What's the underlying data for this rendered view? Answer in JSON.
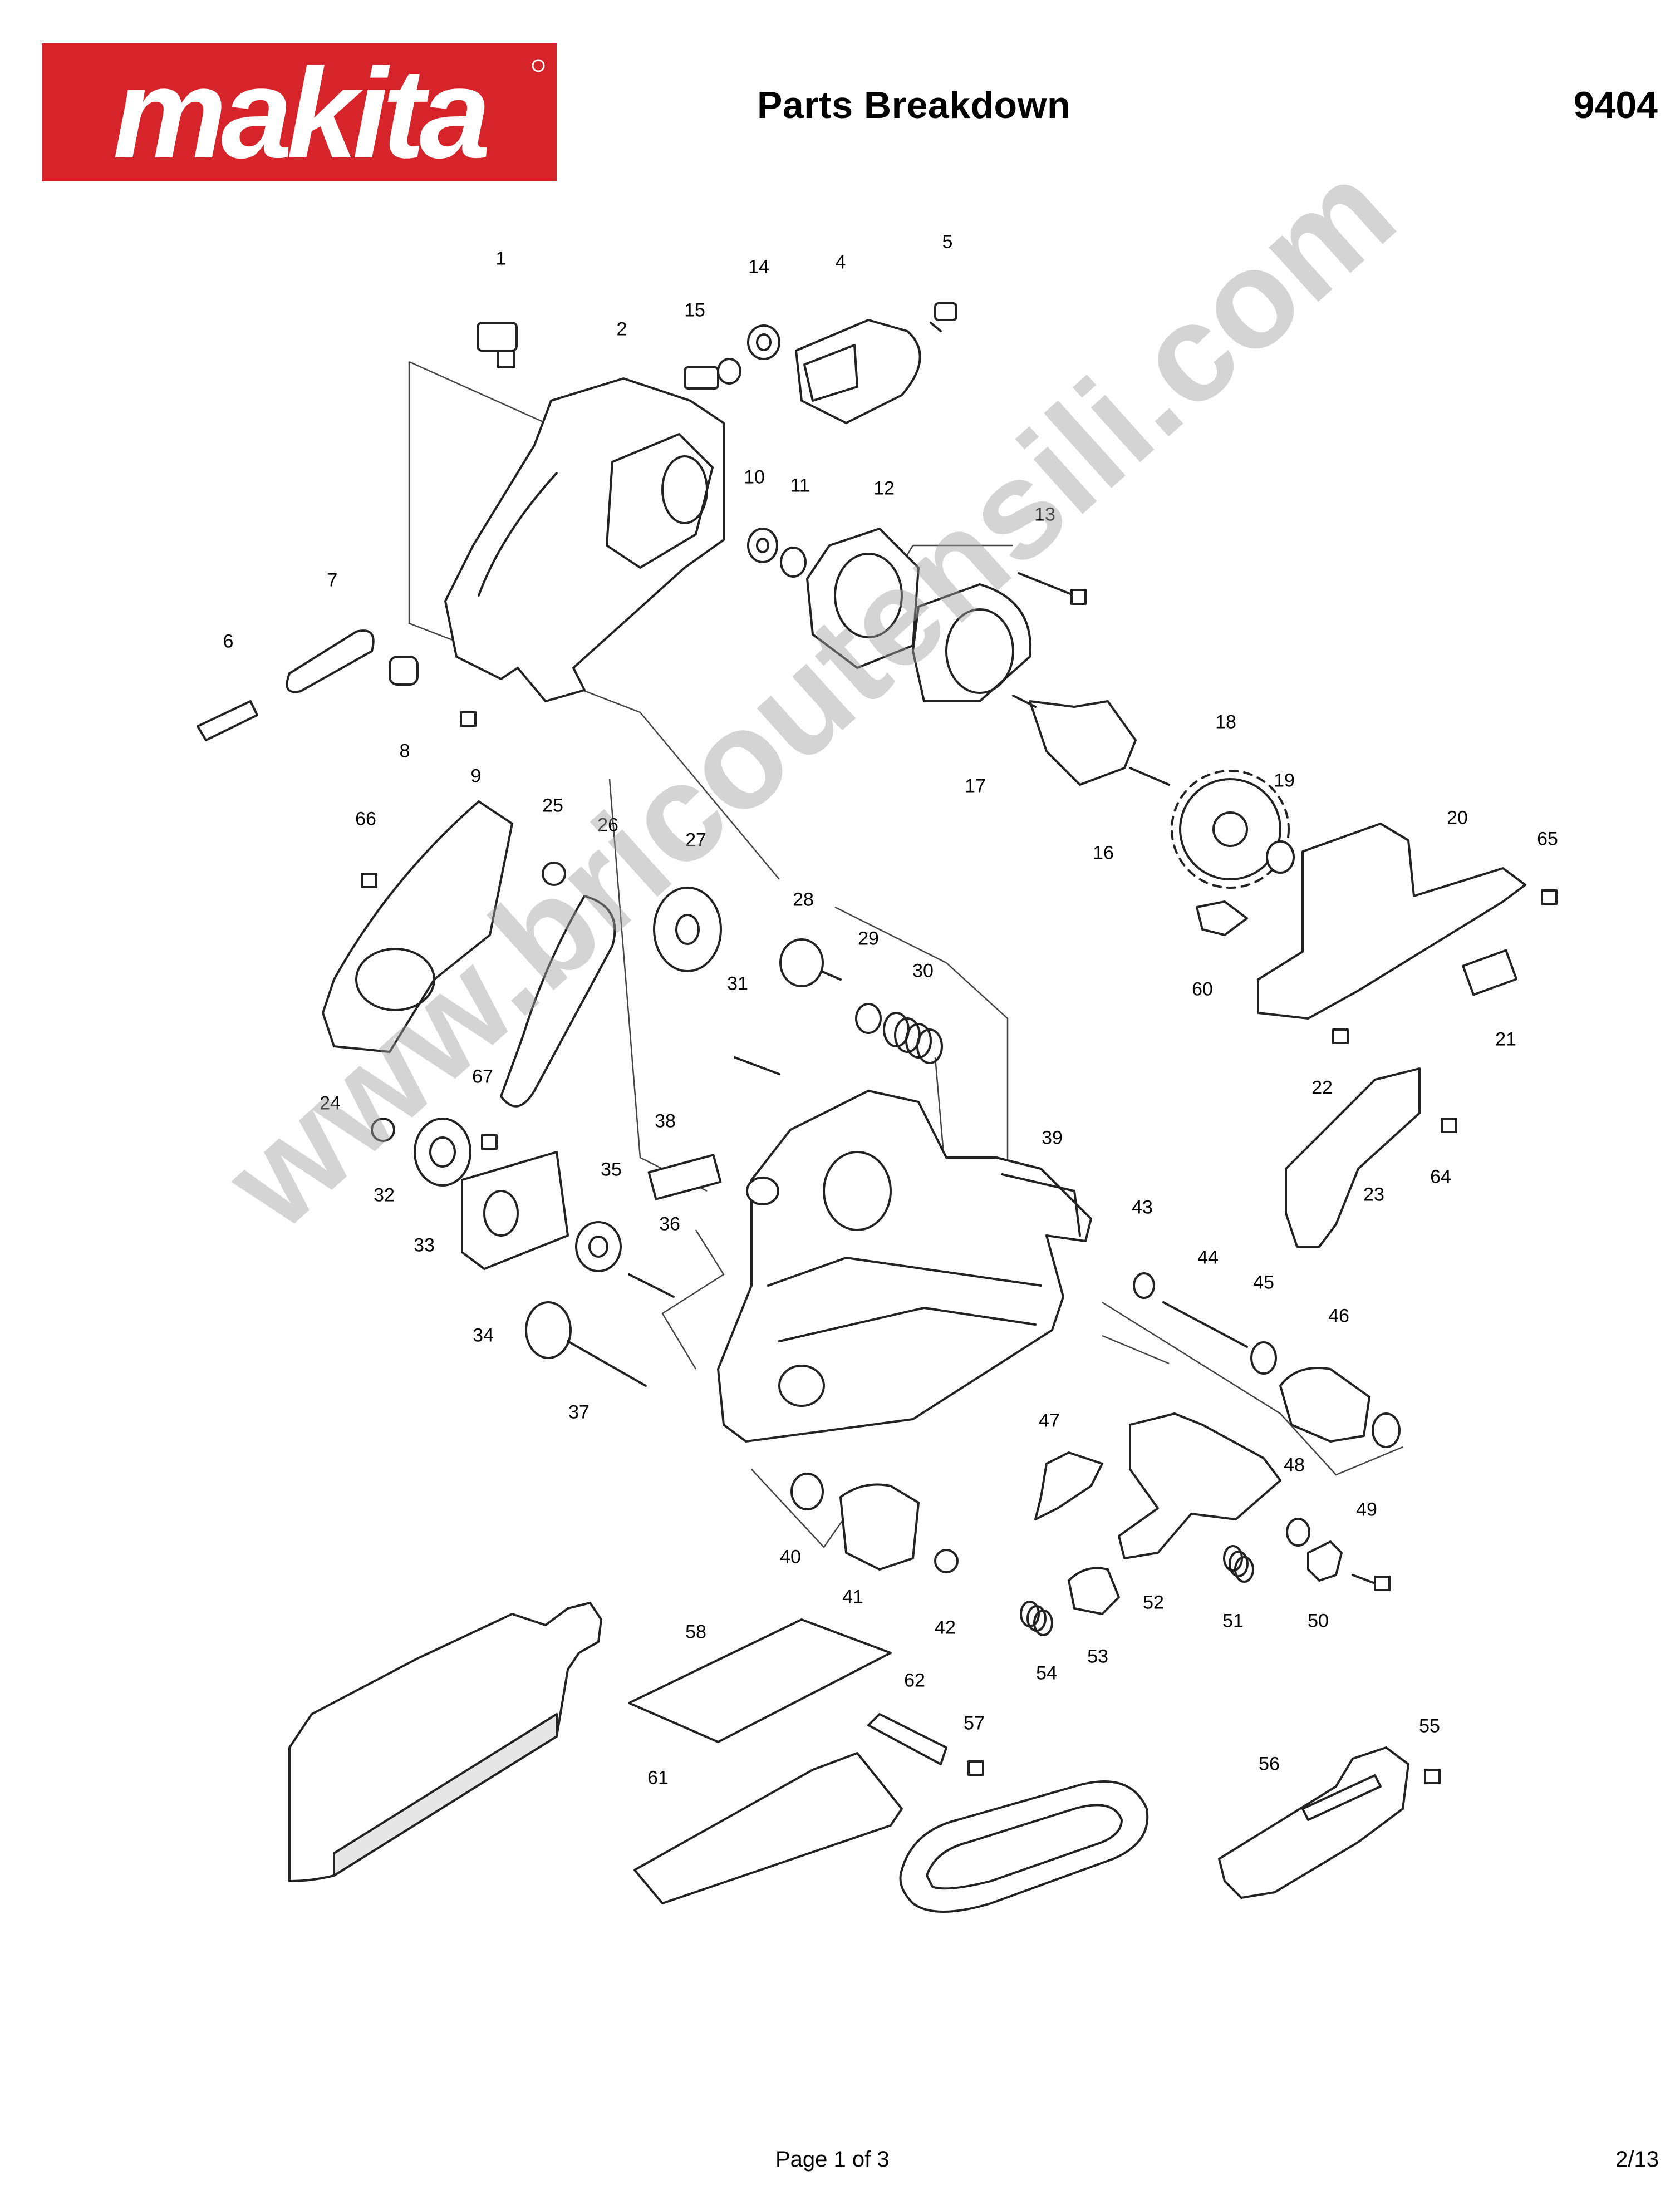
{
  "brand": {
    "logo_text": "makita",
    "color": "#d7232a"
  },
  "header": {
    "title": "Parts Breakdown",
    "model": "9404"
  },
  "watermark": "www.bricoutensili.com",
  "footer": {
    "page": "Page 1 of 3",
    "sheet": "2/13"
  },
  "part_numbers": [
    "1",
    "2",
    "4",
    "5",
    "6",
    "7",
    "8",
    "9",
    "10",
    "11",
    "12",
    "13",
    "14",
    "15",
    "16",
    "17",
    "18",
    "19",
    "20",
    "21",
    "22",
    "23",
    "24",
    "25",
    "26",
    "27",
    "28",
    "29",
    "30",
    "31",
    "32",
    "33",
    "34",
    "35",
    "36",
    "37",
    "38",
    "39",
    "40",
    "41",
    "42",
    "43",
    "44",
    "45",
    "46",
    "47",
    "48",
    "49",
    "50",
    "51",
    "52",
    "53",
    "54",
    "55",
    "56",
    "57",
    "58",
    "60",
    "61",
    "62",
    "64",
    "65",
    "66",
    "67"
  ]
}
